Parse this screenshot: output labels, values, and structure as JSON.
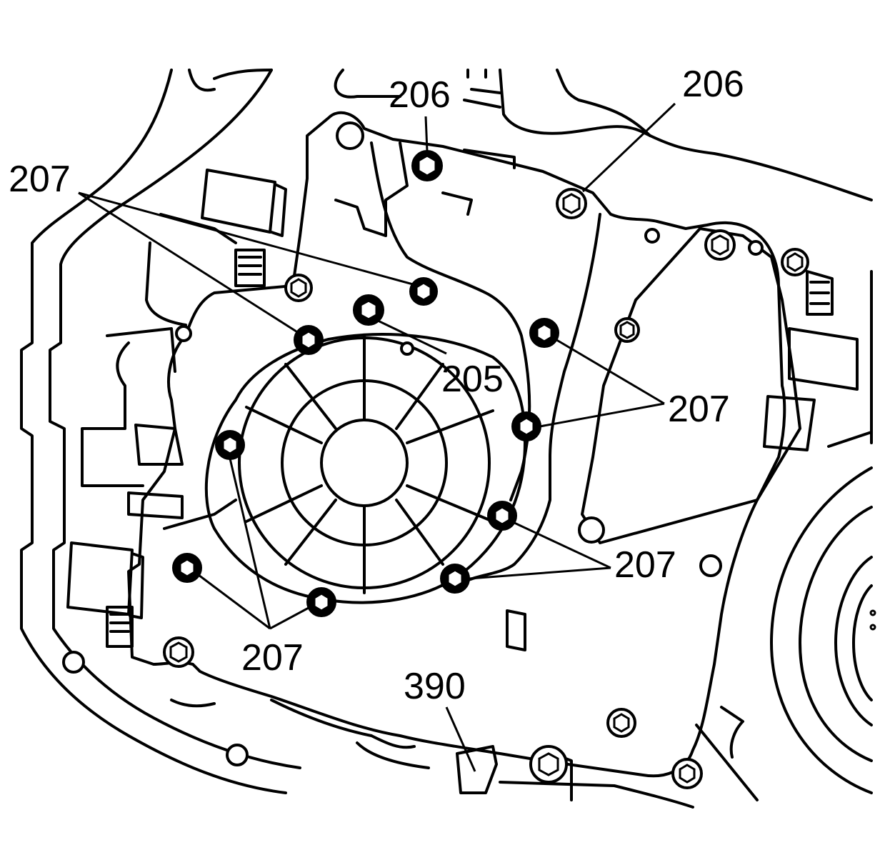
{
  "diagram": {
    "colors": {
      "ink": "#000000",
      "paper": "#ffffff"
    },
    "callouts": [
      {
        "id": "top-left-206",
        "text": "206"
      },
      {
        "id": "top-right-206",
        "text": "206"
      },
      {
        "id": "left-207",
        "text": "207"
      },
      {
        "id": "center-205",
        "text": "205"
      },
      {
        "id": "right-207",
        "text": "207"
      },
      {
        "id": "lower-right-207",
        "text": "207"
      },
      {
        "id": "bottom-207",
        "text": "207"
      },
      {
        "id": "bottom-390",
        "text": "390"
      }
    ]
  }
}
